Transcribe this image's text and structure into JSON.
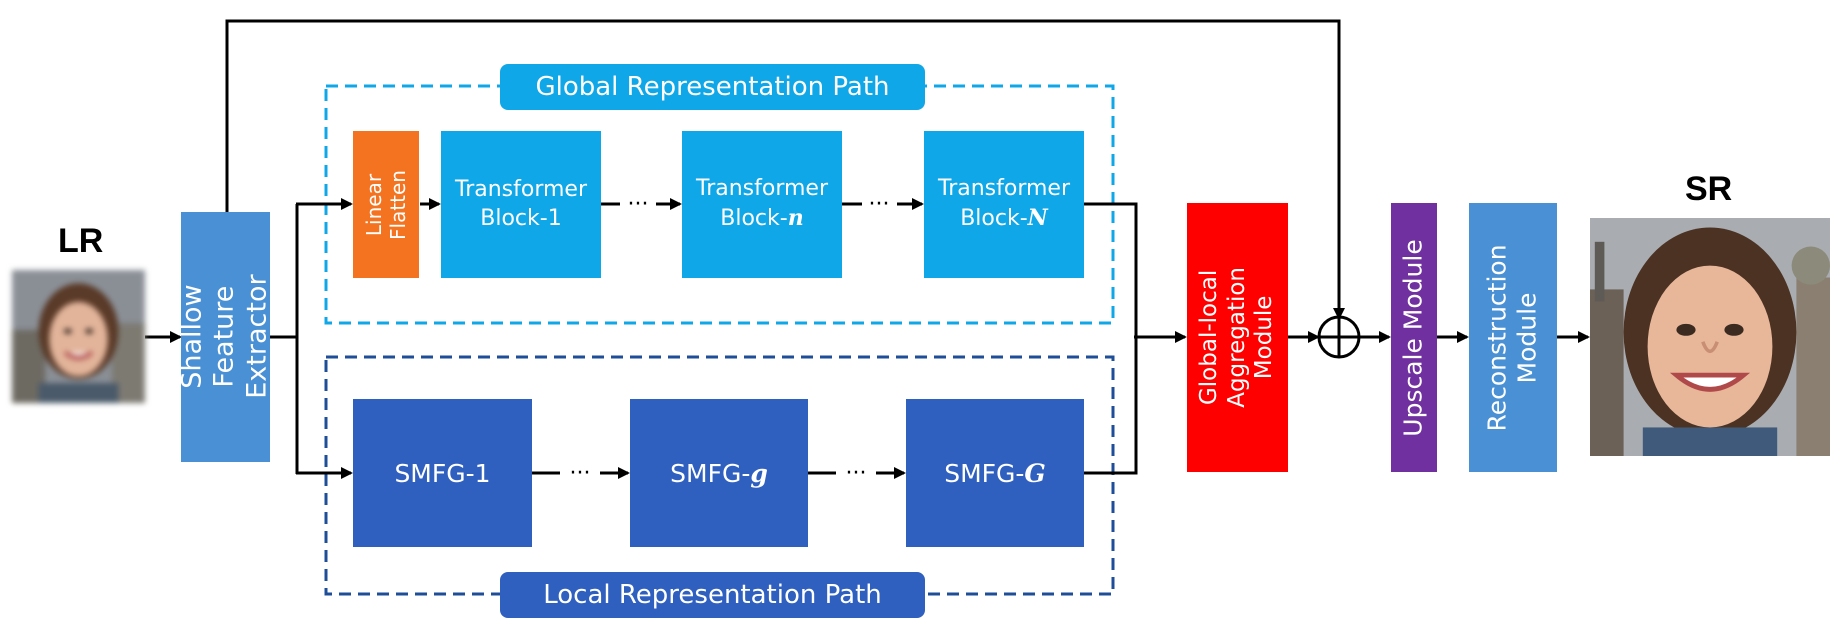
{
  "labels": {
    "input": "LR",
    "output": "SR"
  },
  "blocks": {
    "shallow_feature_extractor": "Shallow Feature Extractor",
    "linear_flatten": "Linear Flatten",
    "transformer_word": "Transformer",
    "block_prefix": "Block-",
    "transformer_1_index": "1",
    "transformer_n_index": "n",
    "transformer_N_index": "N",
    "smfg_prefix": "SMFG-",
    "smfg_1_index": "1",
    "smfg_g_index": "g",
    "smfg_G_index": "G",
    "global_local_aggregation": "Global-local Aggregation Module",
    "upscale": "Upscale Module",
    "reconstruction": "Reconstruction Module"
  },
  "paths": {
    "global": "Global Representation Path",
    "local": "Local Representation Path"
  },
  "ellipsis": "···",
  "colors": {
    "shallow": "#4a90d4",
    "linear_flatten": "#f47321",
    "transformer": "#10a7e8",
    "smfg": "#2f5fbf",
    "aggregation": "#ff0000",
    "upscale": "#7030a0",
    "reconstruction": "#4a90d4",
    "global_path": "#10a7e8",
    "local_path": "#1f4e99",
    "arrow": "#000000"
  },
  "icons": {
    "sum": "circle-plus-icon"
  }
}
